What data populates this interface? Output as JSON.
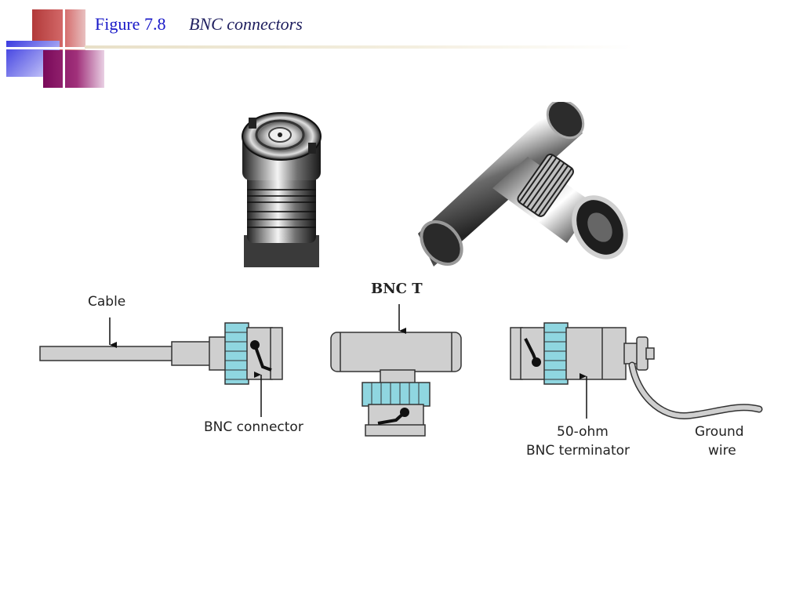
{
  "header": {
    "figure_number": "Figure 7.8",
    "caption": "BNC connectors"
  },
  "diagram": {
    "labels": {
      "cable": "Cable",
      "bnc_connector": "BNC connector",
      "bnc_t": "BNC T",
      "terminator_line1": "50-ohm",
      "terminator_line2": "BNC terminator",
      "ground_line1": "Ground",
      "ground_line2": "wire"
    }
  },
  "colors": {
    "title_blue": "#1818c8",
    "connector_gray": "#cfcfcf",
    "sleeve_cyan": "#8fd6e0"
  }
}
